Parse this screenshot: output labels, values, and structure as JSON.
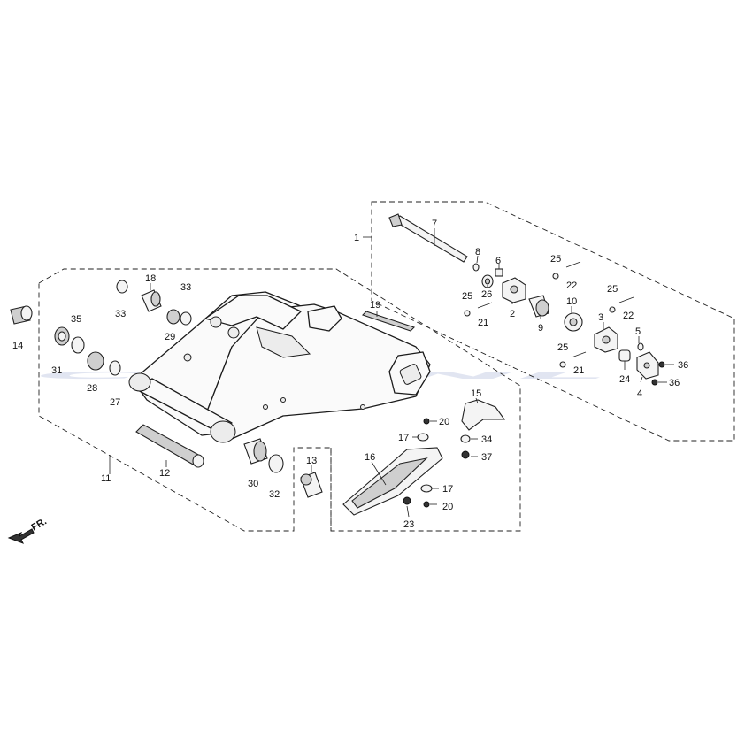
{
  "watermark": "CMSNL",
  "direction_label": "FR.",
  "callouts": {
    "c1": "1",
    "c2": "2",
    "c3": "3",
    "c4": "4",
    "c5": "5",
    "c6": "6",
    "c7": "7",
    "c8": "8",
    "c9": "9",
    "c10": "10",
    "c11": "11",
    "c12": "12",
    "c13": "13",
    "c14": "14",
    "c15": "15",
    "c16": "16",
    "c17a": "17",
    "c17b": "17",
    "c18": "18",
    "c19": "19",
    "c20a": "20",
    "c20b": "20",
    "c21a": "21",
    "c21b": "21",
    "c22a": "22",
    "c22b": "22",
    "c23": "23",
    "c24": "24",
    "c25a": "25",
    "c25b": "25",
    "c25c": "25",
    "c25d": "25",
    "c26": "26",
    "c27": "27",
    "c28": "28",
    "c29": "29",
    "c30": "30",
    "c31": "31",
    "c32": "32",
    "c33a": "33",
    "c33b": "33",
    "c34": "34",
    "c35": "35",
    "c36a": "36",
    "c36b": "36",
    "c37": "37"
  },
  "icons": {
    "direction_arrow": "arrow-left-down-icon"
  }
}
